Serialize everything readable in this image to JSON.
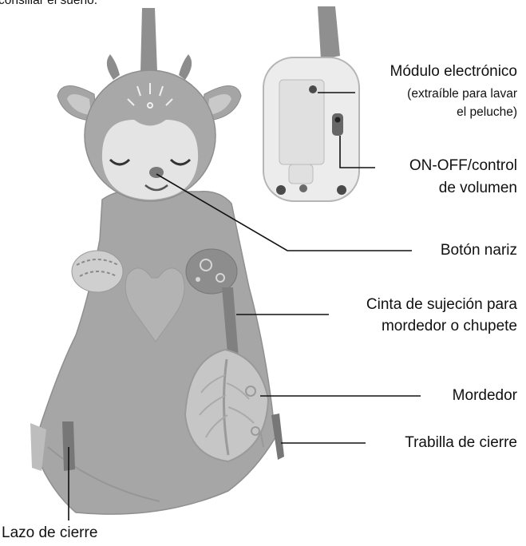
{
  "top_text": "consiliar el sueño.",
  "labels": {
    "module_title": "Módulo electrónico",
    "module_note_1": "(extraíble para lavar",
    "module_note_2": "el peluche)",
    "switch_1": "ON-OFF/control",
    "switch_2": "de volumen",
    "nose": "Botón nariz",
    "strap_1": "Cinta de sujeción para",
    "strap_2": "mordedor o chupete",
    "teether": "Mordedor",
    "tab": "Trabilla de cierre",
    "loop": "Lazo de cierre"
  },
  "illustration": {
    "subject": "plush-deer-comforter",
    "colors": {
      "fabric": "#a9a9a9",
      "fabric_dark": "#8c8c8c",
      "face": "#e6e6e6",
      "module": "#ededed",
      "line": "#111111"
    }
  }
}
